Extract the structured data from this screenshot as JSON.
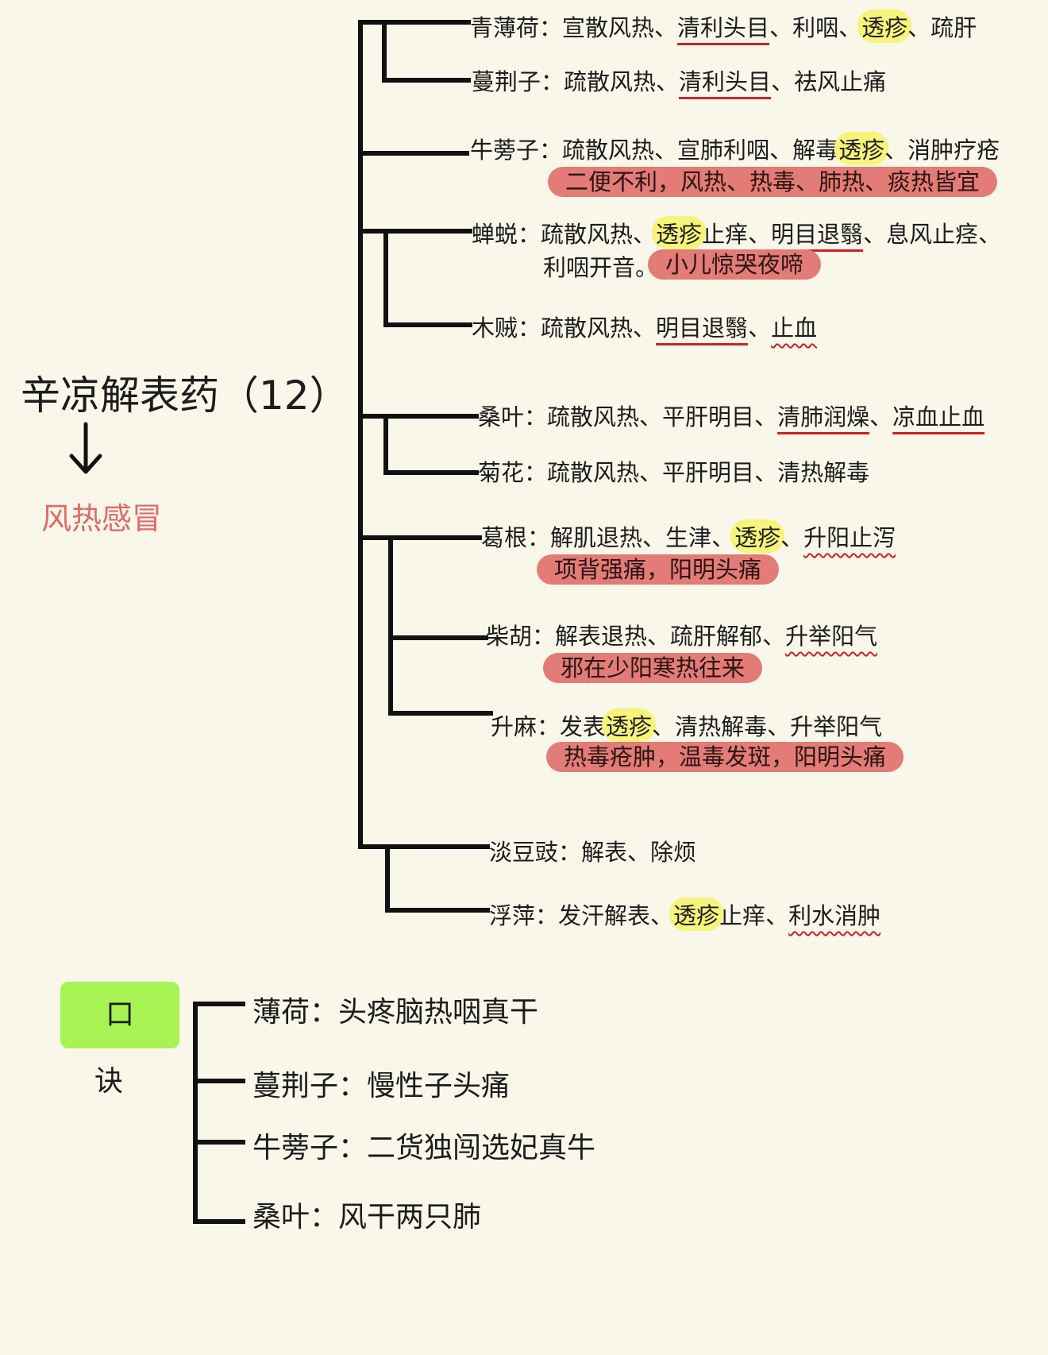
{
  "title": "辛凉解表药（12）",
  "subtitle": "风热感冒",
  "herbs": [
    {
      "line1": [
        {
          "t": "青薄荷："
        },
        {
          "t": "宣散风热"
        },
        {
          "t": "、"
        },
        {
          "t": "清利头目",
          "u": "line"
        },
        {
          "t": "、"
        },
        {
          "t": "利咽"
        },
        {
          "t": "、"
        },
        {
          "t": "透疹",
          "hl": true
        },
        {
          "t": "、"
        },
        {
          "t": "疏肝"
        }
      ]
    },
    {
      "line1": [
        {
          "t": "蔓荆子："
        },
        {
          "t": "疏散风热"
        },
        {
          "t": "、"
        },
        {
          "t": "清利头目",
          "u": "line"
        },
        {
          "t": "、"
        },
        {
          "t": "祛风止痛"
        }
      ]
    },
    {
      "line1": [
        {
          "t": "牛蒡子："
        },
        {
          "t": "疏散风热"
        },
        {
          "t": "、"
        },
        {
          "t": "宣肺利咽"
        },
        {
          "t": "、"
        },
        {
          "t": "解毒"
        },
        {
          "t": "透疹",
          "hl": true
        },
        {
          "t": "、"
        },
        {
          "t": "消肿疗疮"
        }
      ],
      "pill": "二便不利，风热、热毒、肺热、痰热皆宜"
    },
    {
      "line1": [
        {
          "t": "蝉蜕："
        },
        {
          "t": "疏散风热"
        },
        {
          "t": "、"
        },
        {
          "t": "透疹",
          "hl": true
        },
        {
          "t": "止痒"
        },
        {
          "t": "、"
        },
        {
          "t": "明目退翳",
          "u": "line"
        },
        {
          "t": "、"
        },
        {
          "t": "息风止痉"
        },
        {
          "t": "、"
        }
      ],
      "line2": [
        {
          "t": "利咽开音"
        },
        {
          "t": "。"
        }
      ],
      "pill": "小儿惊哭夜啼"
    },
    {
      "line1": [
        {
          "t": "木贼："
        },
        {
          "t": "疏散风热"
        },
        {
          "t": "、"
        },
        {
          "t": "明目退翳",
          "u": "line"
        },
        {
          "t": "、"
        },
        {
          "t": "止血",
          "u": "wave"
        }
      ]
    },
    {
      "line1": [
        {
          "t": "桑叶："
        },
        {
          "t": "疏散风热"
        },
        {
          "t": "、"
        },
        {
          "t": "平肝明目"
        },
        {
          "t": "、"
        },
        {
          "t": "清肺润燥",
          "u": "line"
        },
        {
          "t": "、"
        },
        {
          "t": "凉血止血",
          "u": "line"
        }
      ]
    },
    {
      "line1": [
        {
          "t": "菊花："
        },
        {
          "t": "疏散风热"
        },
        {
          "t": "、"
        },
        {
          "t": "平肝明目"
        },
        {
          "t": "、"
        },
        {
          "t": "清热解毒"
        }
      ]
    },
    {
      "line1": [
        {
          "t": "葛根："
        },
        {
          "t": "解肌退热"
        },
        {
          "t": "、"
        },
        {
          "t": "生津"
        },
        {
          "t": "、"
        },
        {
          "t": "透疹",
          "hl": true
        },
        {
          "t": "、"
        },
        {
          "t": "升阳止泻",
          "u": "wave"
        }
      ],
      "pill": "项背强痛，阳明头痛"
    },
    {
      "line1": [
        {
          "t": "柴胡："
        },
        {
          "t": "解表退热"
        },
        {
          "t": "、"
        },
        {
          "t": "疏肝解郁"
        },
        {
          "t": "、"
        },
        {
          "t": "升举阳气",
          "u": "wave"
        }
      ],
      "pill": "邪在少阳寒热往来"
    },
    {
      "line1": [
        {
          "t": "升麻："
        },
        {
          "t": "发表"
        },
        {
          "t": "透疹",
          "hl": true
        },
        {
          "t": "、"
        },
        {
          "t": "清热解毒"
        },
        {
          "t": "、"
        },
        {
          "t": "升举阳气",
          "u": "wave"
        }
      ],
      "pill": "热毒疮肿，温毒发斑，阳明头痛"
    },
    {
      "line1": [
        {
          "t": "淡豆豉："
        },
        {
          "t": "解表"
        },
        {
          "t": "、"
        },
        {
          "t": "除烦"
        }
      ]
    },
    {
      "line1": [
        {
          "t": "浮萍："
        },
        {
          "t": "发汗解表"
        },
        {
          "t": "、"
        },
        {
          "t": "透疹",
          "hl": true
        },
        {
          "t": "止痒"
        },
        {
          "t": "、"
        },
        {
          "t": "利水消肿",
          "u": "wave"
        }
      ]
    }
  ],
  "mnemonic": {
    "label": "口诀",
    "items": [
      "薄荷：头疼脑热咽真干",
      "蔓荆子：慢性子头痛",
      "牛蒡子：二货独闯选妃真牛",
      "桑叶：风干两只肺"
    ]
  },
  "colors": {
    "background": "#f9f6ea",
    "highlight": "#f6f47a",
    "pill": "#e37b76",
    "underline": "#cc2222",
    "badge": "#a8f253",
    "subtitle": "#e06a66"
  }
}
